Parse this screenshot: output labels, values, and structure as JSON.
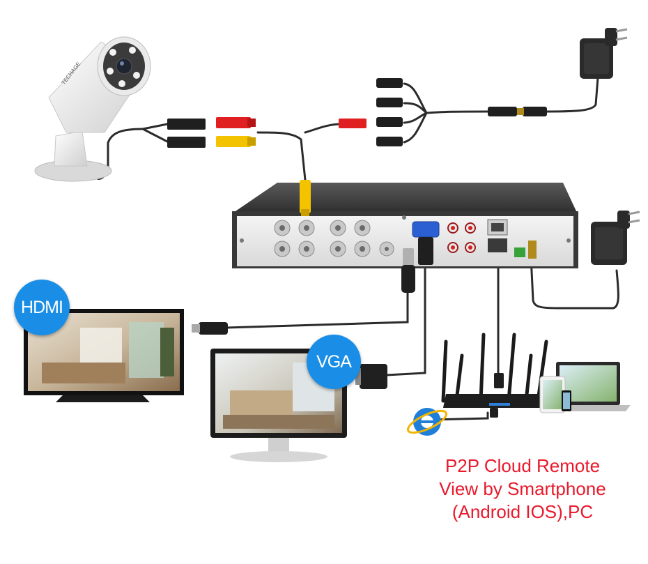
{
  "badges": {
    "hdmi": "HDMI",
    "vga": "VGA"
  },
  "caption": {
    "line1": "P2P Cloud Remote",
    "line2": "View by Smartphone",
    "line3": "(Android IOS),PC"
  },
  "camera_brand": "TECHAGE",
  "colors": {
    "badge": "#1a8ee6",
    "caption": "#e8192c",
    "cable": "#2b2b2b",
    "dvr_body": "#3a3a3a",
    "panel": "#e9e9e9",
    "bnc_yellow": "#f4c300",
    "bnc_red": "#e02020"
  },
  "icons": [
    "cctv-camera-icon",
    "power-adapter-icon",
    "dvr-recorder-icon",
    "tv-icon",
    "monitor-icon",
    "wifi-router-icon",
    "laptop-icon",
    "tablet-icon",
    "smartphone-icon",
    "ie-browser-icon"
  ]
}
